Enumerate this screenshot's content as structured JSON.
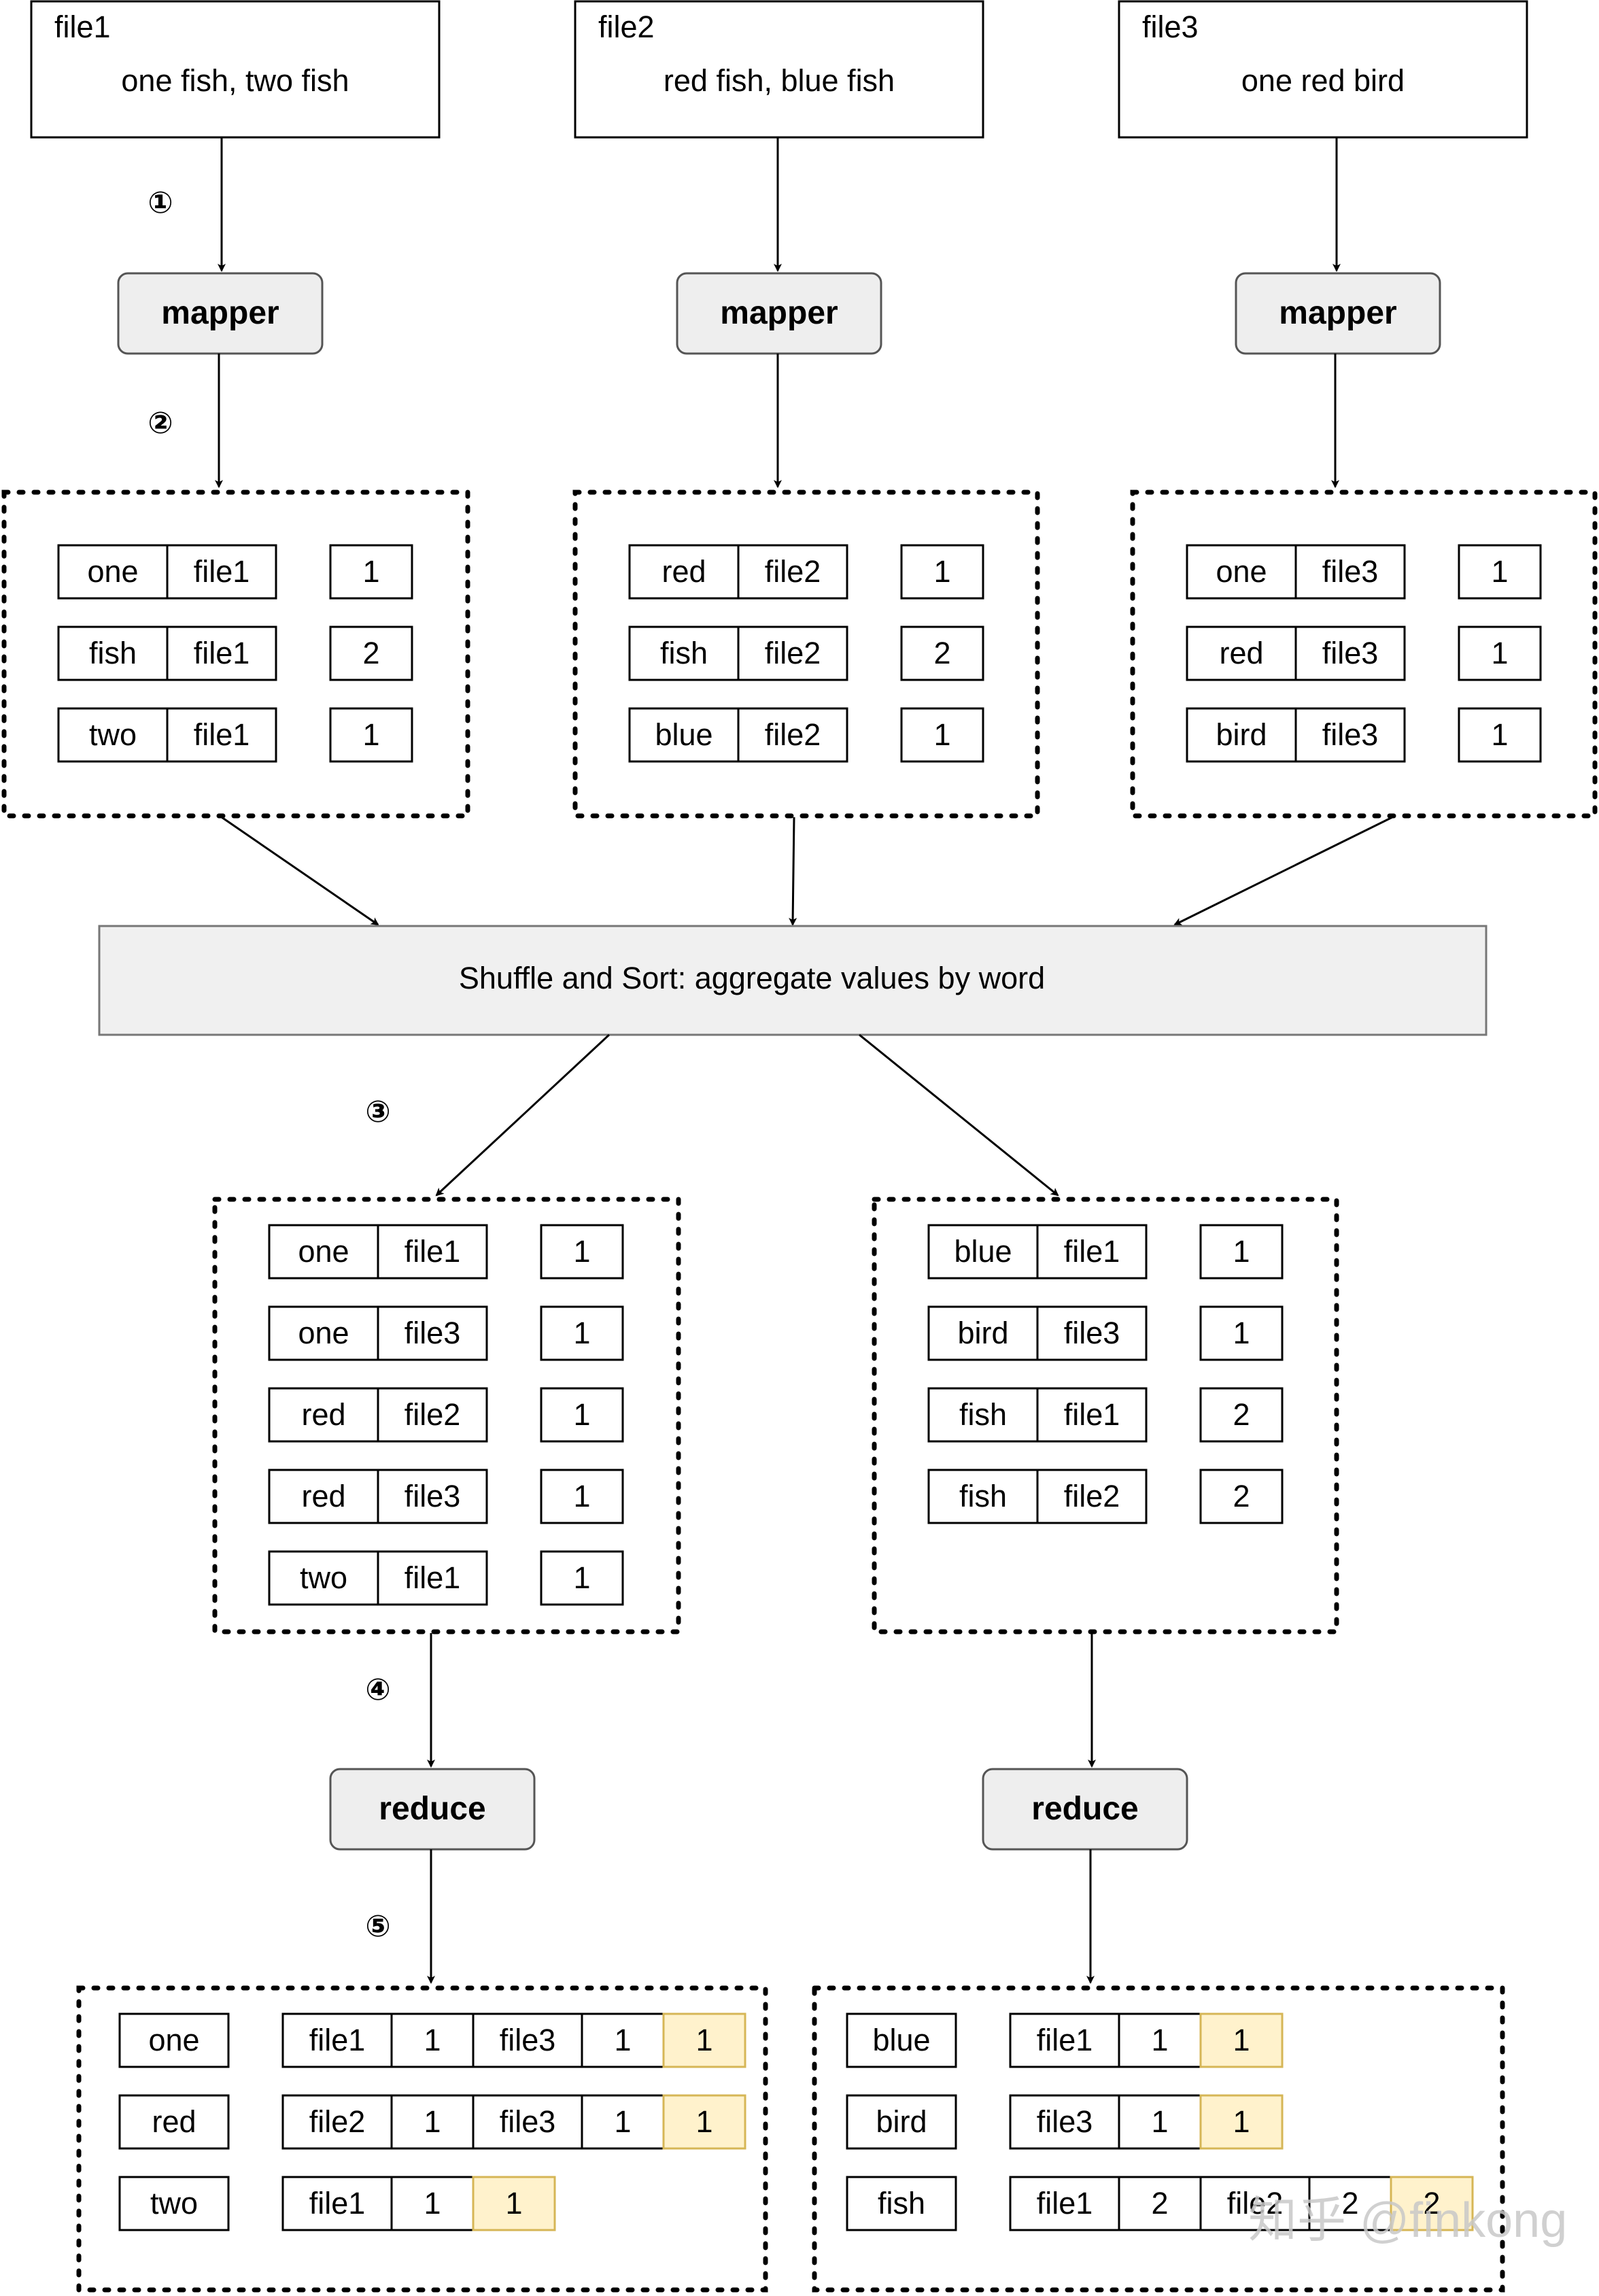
{
  "colors": {
    "node_fill": "#eeeeee",
    "node_stroke": "#555555",
    "shuffle_fill": "#f0f0f0",
    "shuffle_stroke": "#777777",
    "highlight_fill": "#fff2cc",
    "highlight_stroke": "#d6b656",
    "line": "#000000"
  },
  "files": [
    {
      "name": "file1",
      "content": "one fish, two fish"
    },
    {
      "name": "file2",
      "content": "red fish, blue fish"
    },
    {
      "name": "file3",
      "content": "one red bird"
    }
  ],
  "step_labels": [
    "①",
    "②",
    "③",
    "④",
    "⑤"
  ],
  "mapper_label": "mapper",
  "mapper_outputs": [
    {
      "rows": [
        {
          "word": "one",
          "file": "file1",
          "count": "1"
        },
        {
          "word": "fish",
          "file": "file1",
          "count": "2"
        },
        {
          "word": "two",
          "file": "file1",
          "count": "1"
        }
      ]
    },
    {
      "rows": [
        {
          "word": "red",
          "file": "file2",
          "count": "1"
        },
        {
          "word": "fish",
          "file": "file2",
          "count": "2"
        },
        {
          "word": "blue",
          "file": "file2",
          "count": "1"
        }
      ]
    },
    {
      "rows": [
        {
          "word": "one",
          "file": "file3",
          "count": "1"
        },
        {
          "word": "red",
          "file": "file3",
          "count": "1"
        },
        {
          "word": "bird",
          "file": "file3",
          "count": "1"
        }
      ]
    }
  ],
  "shuffle_label": "Shuffle and Sort: aggregate values by word",
  "partitions": [
    {
      "rows": [
        {
          "word": "one",
          "file": "file1",
          "count": "1"
        },
        {
          "word": "one",
          "file": "file3",
          "count": "1"
        },
        {
          "word": "red",
          "file": "file2",
          "count": "1"
        },
        {
          "word": "red",
          "file": "file3",
          "count": "1"
        },
        {
          "word": "two",
          "file": "file1",
          "count": "1"
        }
      ]
    },
    {
      "rows": [
        {
          "word": "blue",
          "file": "file1",
          "count": "1"
        },
        {
          "word": "bird",
          "file": "file3",
          "count": "1"
        },
        {
          "word": "fish",
          "file": "file1",
          "count": "2"
        },
        {
          "word": "fish",
          "file": "file2",
          "count": "2"
        }
      ]
    }
  ],
  "reduce_label": "reduce",
  "results": [
    {
      "rows": [
        {
          "word": "one",
          "postings": [
            "file1",
            "1",
            "file3",
            "1"
          ],
          "total": "1"
        },
        {
          "word": "red",
          "postings": [
            "file2",
            "1",
            "file3",
            "1"
          ],
          "total": "1"
        },
        {
          "word": "two",
          "postings": [
            "file1",
            "1"
          ],
          "total": "1"
        }
      ]
    },
    {
      "rows": [
        {
          "word": "blue",
          "postings": [
            "file1",
            "1"
          ],
          "total": "1"
        },
        {
          "word": "bird",
          "postings": [
            "file3",
            "1"
          ],
          "total": "1"
        },
        {
          "word": "fish",
          "postings": [
            "file1",
            "2",
            "file2",
            "2"
          ],
          "total": "2"
        }
      ]
    }
  ],
  "watermark": "知乎 @finkong"
}
